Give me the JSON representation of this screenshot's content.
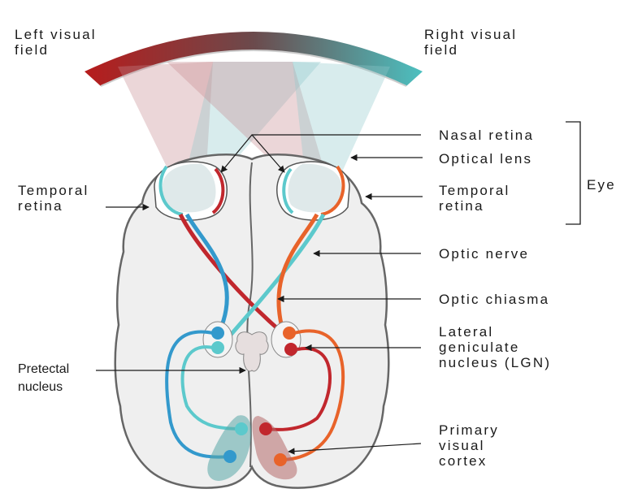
{
  "labels": {
    "left_field": [
      "Left visual",
      "field"
    ],
    "right_field": [
      "Right visual",
      "field"
    ],
    "nasal_retina": "Nasal retina",
    "optical_lens": "Optical lens",
    "temporal_retina_right": [
      "Temporal",
      "retina"
    ],
    "temporal_retina_left": [
      "Temporal",
      "retina"
    ],
    "eye": "Eye",
    "optic_nerve": "Optic nerve",
    "optic_chiasma": "Optic chiasma",
    "lgn": [
      "Lateral",
      "geniculate",
      "nucleus (LGN)"
    ],
    "pretectal": [
      "Pretectal",
      "nucleus"
    ],
    "primary_cortex": [
      "Primary",
      "visual",
      "cortex"
    ]
  },
  "colors": {
    "left_field_red": "#b71c1c",
    "right_field_teal": "#4cc0c0",
    "red_path": "#c1272d",
    "orange_path": "#e8632a",
    "blue_path": "#3399cc",
    "cyan_path": "#5cc9cc",
    "brain_fill": "#efefef",
    "brain_outline": "#666666",
    "text": "#1a1a1a"
  },
  "icons": {
    "arrow": "arrow-icon",
    "bracket": "bracket-icon"
  }
}
